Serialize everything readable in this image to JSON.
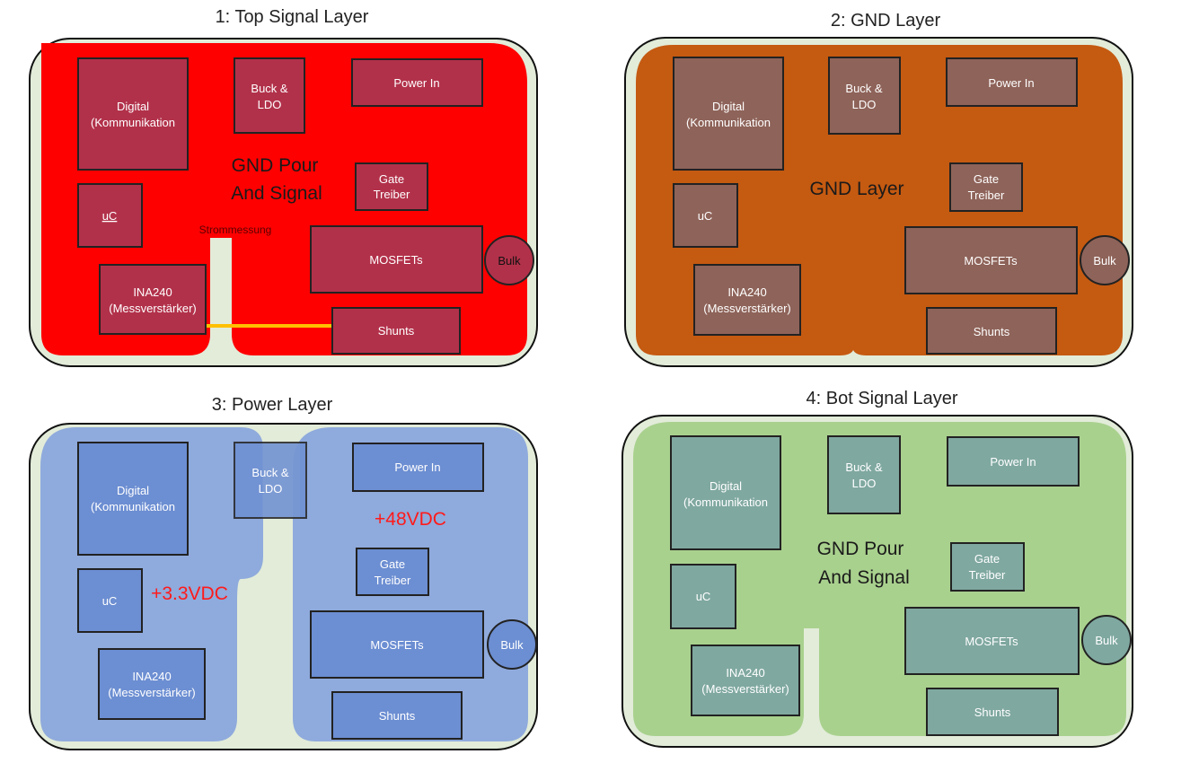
{
  "panels": {
    "top": {
      "title": "1: Top Signal Layer",
      "pour_label_1": "GND Pour",
      "pour_label_2": "And Signal",
      "trace_label": "Strommessung",
      "colors": {
        "board": "#e2ecd9",
        "pour": "#ff0000",
        "block": "#b2314a"
      }
    },
    "gnd": {
      "title": "2: GND Layer",
      "pour_label": "GND Layer",
      "colors": {
        "board": "#e2ecd9",
        "pour": "#c55a11",
        "block": "#8e6359"
      }
    },
    "power": {
      "title": "3: Power Layer",
      "label_3v3": "+3.3VDC",
      "label_48v": "+48VDC",
      "colors": {
        "board": "#e2ecd9",
        "pour": "#8faadc",
        "block": "#6c8ed2"
      }
    },
    "bot": {
      "title": "4: Bot Signal Layer",
      "pour_label_1": "GND Pour",
      "pour_label_2": "And Signal",
      "colors": {
        "board": "#e2ecd9",
        "pour": "#a9d18e",
        "block": "#7fa8a0"
      }
    }
  },
  "blocks": {
    "digital_1": "Digital",
    "digital_2": "(Kommunikation",
    "buck_1": "Buck &",
    "buck_2": "LDO",
    "power_in": "Power In",
    "gate_1": "Gate",
    "gate_2": "Treiber",
    "uc": "uC",
    "mosfets": "MOSFETs",
    "bulk": "Bulk",
    "ina_1": "INA240",
    "ina_2": "(Messverstärker)",
    "shunts": "Shunts"
  },
  "trace_color": "#ffc000"
}
